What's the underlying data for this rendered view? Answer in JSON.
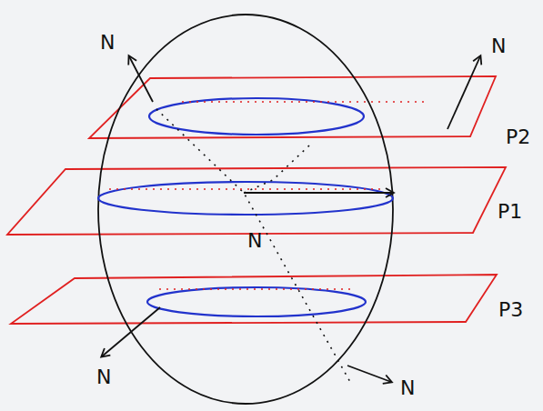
{
  "diagram": {
    "labels": [
      "N",
      "N",
      "P2",
      "P1",
      "N",
      "P3",
      "N",
      "N"
    ]
  }
}
